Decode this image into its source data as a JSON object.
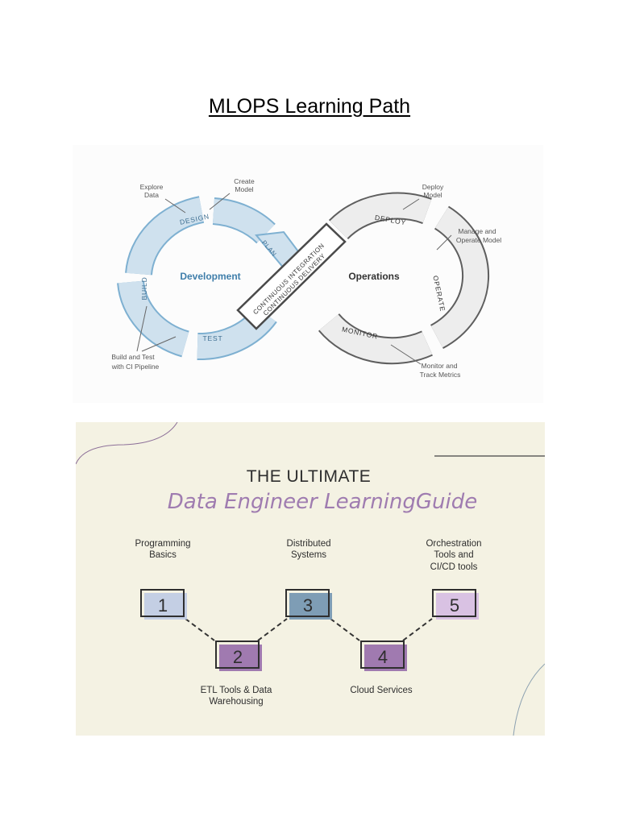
{
  "document": {
    "title": "MLOPS Learning Path"
  },
  "mlops_diagram": {
    "left_loop_label": "Development",
    "right_loop_label": "Operations",
    "segments": {
      "design": "DESIGN",
      "build": "BUILD",
      "test": "TEST",
      "plan": "PLAN",
      "deploy": "DEPLOY",
      "operate": "OPERATE",
      "monitor": "MONITOR"
    },
    "center_band": {
      "line1": "CONTINUOUS INTEGRATION",
      "line2": "CONTINUOUS DELIVERY"
    },
    "callouts": {
      "explore_data": [
        "Explore",
        "Data"
      ],
      "create_model": [
        "Create",
        "Model"
      ],
      "build_test": [
        "Build and Test",
        "with CI Pipeline"
      ],
      "deploy_model": [
        "Deploy",
        "Model"
      ],
      "manage_operate": [
        "Manage and",
        "Operate Model"
      ],
      "monitor_track": [
        "Monitor and",
        "Track Metrics"
      ]
    },
    "colors": {
      "dev_fill": "#cfe1ee",
      "dev_stroke": "#7eb0d1",
      "dev_text": "#3f7eaa",
      "ops_fill": "#e6e6e6",
      "ops_stroke": "#5e5e5e"
    }
  },
  "learning_guide": {
    "heading": "THE ULTIMATE",
    "subheading": "Data Engineer LearningGuide",
    "steps": [
      {
        "number": "1",
        "label": [
          "Programming",
          "Basics"
        ],
        "color": "#bfcbe3"
      },
      {
        "number": "2",
        "label": [
          "ETL Tools & Data",
          "Warehousing"
        ],
        "color": "#a07ab0"
      },
      {
        "number": "3",
        "label": [
          "Distributed",
          "Systems"
        ],
        "color": "#7e9db5"
      },
      {
        "number": "4",
        "label": [
          "Cloud Services"
        ],
        "color": "#a07ab0"
      },
      {
        "number": "5",
        "label": [
          "Orchestration",
          "Tools and",
          "CI/CD tools"
        ],
        "color": "#d9c2e3"
      }
    ],
    "colors": {
      "background": "#f4f2e3",
      "subheading": "#9f7cb0"
    }
  }
}
